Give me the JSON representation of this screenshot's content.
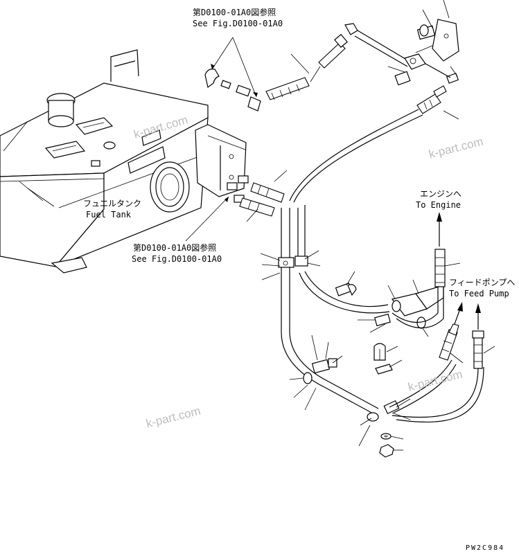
{
  "refs": {
    "top_jp": "第D0100-01A0図参照",
    "top_en": "See Fig.D0100-01A0",
    "mid_jp": "第D0100-01A0図参照",
    "mid_en": "See Fig.D0100-01A0"
  },
  "labels": {
    "fuel_tank_jp": "フュエルタンク",
    "fuel_tank_en": "Fuel Tank",
    "engine_jp": "エンジンへ",
    "engine_en": "To Engine",
    "feed_pump_jp": "フィードポンプへ",
    "feed_pump_en": "To Feed Pump"
  },
  "watermarks": [
    "k-part.com",
    "k-part.com",
    "k-part.com",
    "k-part.com"
  ],
  "drawing_code": "PW2C984"
}
